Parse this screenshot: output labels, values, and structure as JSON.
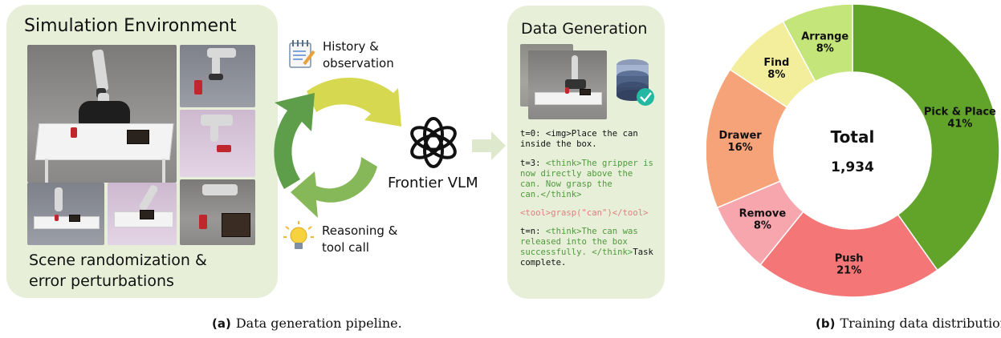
{
  "sim_panel": {
    "title": "Simulation Environment",
    "caption_line1": "Scene randomization &",
    "caption_line2": "error perturbations"
  },
  "cycle": {
    "top_label_line1": "History &",
    "top_label_line2": "observation",
    "bottom_label_line1": "Reasoning &",
    "bottom_label_line2": "tool call",
    "model_label": "Frontier VLM",
    "colors": {
      "top_arc": "#d6d84f",
      "bottom_arc": "#86b85a",
      "left_arc": "#5e9e4b"
    }
  },
  "gen_panel": {
    "title": "Data Generation",
    "log": {
      "t0_tag": "t=0:",
      "t0_text_line1": " <img>Place the can",
      "t0_text_line2": "inside the box.",
      "t3_tag": "t=3:",
      "t3_think_line1": " <think>The gripper is",
      "t3_think_line2": "now directly above the",
      "t3_think_line3": "can. Now grasp the",
      "t3_think_line4": "can.</think>",
      "tool_call": "<tool>grasp(\"can\")</tool>",
      "tn_tag": "t=n:",
      "tn_think_line1": " <think>The can was",
      "tn_think_line2": "released into the box",
      "tn_think_line3": "successfully. </think>",
      "tn_tail_inline": "Task",
      "tn_tail_line": "complete."
    }
  },
  "chart_data": {
    "type": "pie",
    "donut": true,
    "center_title": "Total",
    "center_value": "1,934",
    "slices": [
      {
        "name": "Pick & Place",
        "percent_label": "41%",
        "value": 41,
        "color": "#62a32a"
      },
      {
        "name": "Push",
        "percent_label": "21%",
        "value": 21,
        "color": "#f47676"
      },
      {
        "name": "Remove",
        "percent_label": "8%",
        "value": 8,
        "color": "#f7a6ae"
      },
      {
        "name": "Drawer",
        "percent_label": "16%",
        "value": 16,
        "color": "#f6a37a"
      },
      {
        "name": "Find",
        "percent_label": "8%",
        "value": 8,
        "color": "#f2ee9b"
      },
      {
        "name": "Arrange",
        "percent_label": "8%",
        "value": 8,
        "color": "#c3e57a"
      }
    ]
  },
  "captions": {
    "a_label": "(a)",
    "a_text": "Data generation pipeline.",
    "b_label": "(b)",
    "b_text": "Training data distribution."
  }
}
